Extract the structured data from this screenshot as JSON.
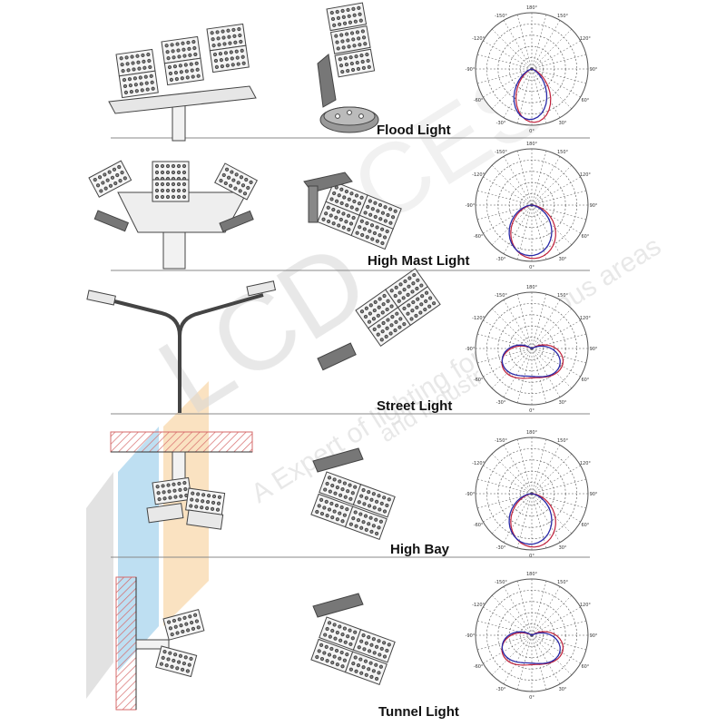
{
  "watermark": {
    "logo_letters": "LCD",
    "brand_tail": "CES",
    "tagline_line1": "A Expert of lighting for hazardous areas",
    "tagline_line2": "and industrial areas"
  },
  "rows": [
    {
      "label": "Flood Light",
      "illustration_icon": "stadium-tower-illustration",
      "fixture_icon": "flood-light-fixture-icon",
      "curve_spread": "narrow"
    },
    {
      "label": "High Mast Light",
      "illustration_icon": "high-mast-pole-illustration",
      "fixture_icon": "high-mast-fixture-icon",
      "curve_spread": "medium"
    },
    {
      "label": "Street Light",
      "illustration_icon": "double-arm-street-pole-illustration",
      "fixture_icon": "street-light-fixture-icon",
      "curve_spread": "wide"
    },
    {
      "label": "High Bay",
      "illustration_icon": "ceiling-mounted-bay-illustration",
      "fixture_icon": "high-bay-fixture-icon",
      "curve_spread": "medium"
    },
    {
      "label": "Tunnel Light",
      "illustration_icon": "wall-mounted-tunnel-illustration",
      "fixture_icon": "tunnel-light-fixture-icon",
      "curve_spread": "wide"
    }
  ],
  "polar_labels": {
    "top": "180°",
    "bottom": "0°",
    "left_mid": "-90°",
    "right_mid": "90°",
    "upper_left": "-150°",
    "upper_right": "150°",
    "mid_upper_left": "-120°",
    "mid_upper_right": "120°",
    "lower_left": "-60°",
    "lower_right": "60°",
    "bottom_left": "-30°",
    "bottom_right": "30°"
  },
  "colors": {
    "line": "#555555",
    "curve_blue": "#2a2aa8",
    "curve_red": "#c0203a",
    "hatch": "#d66a6a",
    "watermark_orange": "#f6c98a",
    "watermark_blue": "#a9d4ee",
    "watermark_gray": "#cfcfcf"
  }
}
